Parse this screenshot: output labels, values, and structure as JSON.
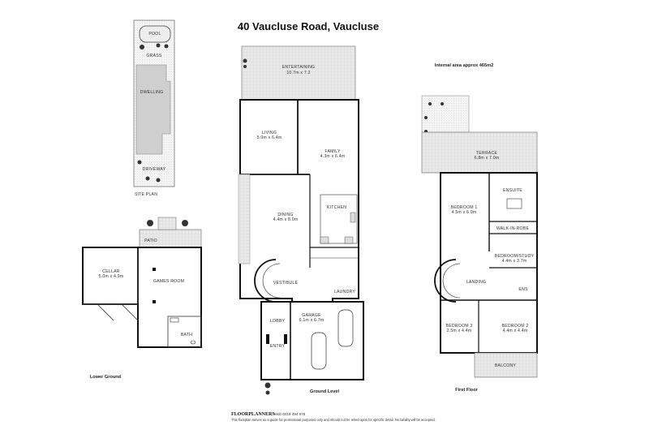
{
  "title": "40 Vaucluse Road, Vaucluse",
  "internal_area": "Internal area approx 465m2",
  "levels": {
    "lower_ground": "Lower Ground",
    "ground": "Ground Level",
    "first": "First Floor"
  },
  "site_plan": {
    "caption": "SITE PLAN",
    "pool": "POOL",
    "grass": "GRASS",
    "dwelling": "DWELLING",
    "driveway": "DRIVEWAY"
  },
  "rooms": {
    "entertaining": {
      "name": "ENTERTAINING",
      "size": "10.7m x 7.2"
    },
    "living": {
      "name": "LIVING",
      "size": "5.0m x 6.4m"
    },
    "family": {
      "name": "FAMILY",
      "size": "4.3m x 6.4m"
    },
    "dining": {
      "name": "DINING",
      "size": "4.4m x 8.0m"
    },
    "kitchen": {
      "name": "KITCHEN"
    },
    "vestibule": {
      "name": "VESTIBULE"
    },
    "laundry": {
      "name": "LAUNDRY"
    },
    "lobby": {
      "name": "LOBBY"
    },
    "entry": {
      "name": "ENTRY"
    },
    "garage": {
      "name": "GARAGE",
      "size": "6.1m x 6.7m"
    },
    "patio": {
      "name": "PATIO"
    },
    "cellar": {
      "name": "CELLAR",
      "size": "5.0m x 4.9m"
    },
    "games": {
      "name": "GAMES ROOM"
    },
    "bath": {
      "name": "BATH"
    },
    "terrace": {
      "name": "TERRACE",
      "size": "6.8m x 7.0m"
    },
    "bedroom1": {
      "name": "BEDROOM 1",
      "size": "4.5m x 6.0m"
    },
    "ensuite": {
      "name": "ENSUITE"
    },
    "walkin": {
      "name": "WALK-IN-ROBE"
    },
    "bedroom_study": {
      "name": "BEDROOM/STUDY",
      "size": "4.4m x 3.7m"
    },
    "landing": {
      "name": "LANDING"
    },
    "ens": {
      "name": "ENS"
    },
    "bedroom3": {
      "name": "BEDROOM 3",
      "size": "2.5m x 4.4m"
    },
    "bedroom2": {
      "name": "BEDROOM 2",
      "size": "4.4m x 4.4m"
    },
    "balcony": {
      "name": "BALCONY"
    }
  },
  "footer": {
    "brand": "FLOORPLANNERS",
    "mobile": "Mob 0419 494 976",
    "disclaimer": "This floorplan serves as a guide for promotional purposes only and should not be relied upon for specific detail. No liability will be accepted."
  }
}
